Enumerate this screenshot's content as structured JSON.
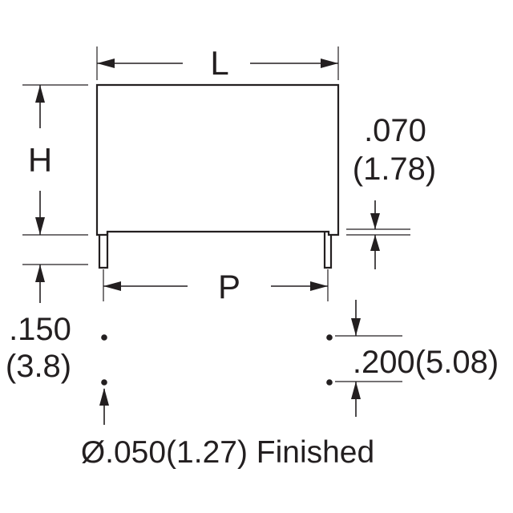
{
  "drawing": {
    "length_label": "L",
    "height_label": "H",
    "pitch_label": "P",
    "lead_offset_inch": ".070",
    "lead_offset_mm": "(1.78)",
    "lead_length_inch": ".150",
    "lead_length_mm": "(3.8)",
    "hole_spacing": ".200(5.08)",
    "hole_note": "Ø.050(1.27) Finished"
  }
}
